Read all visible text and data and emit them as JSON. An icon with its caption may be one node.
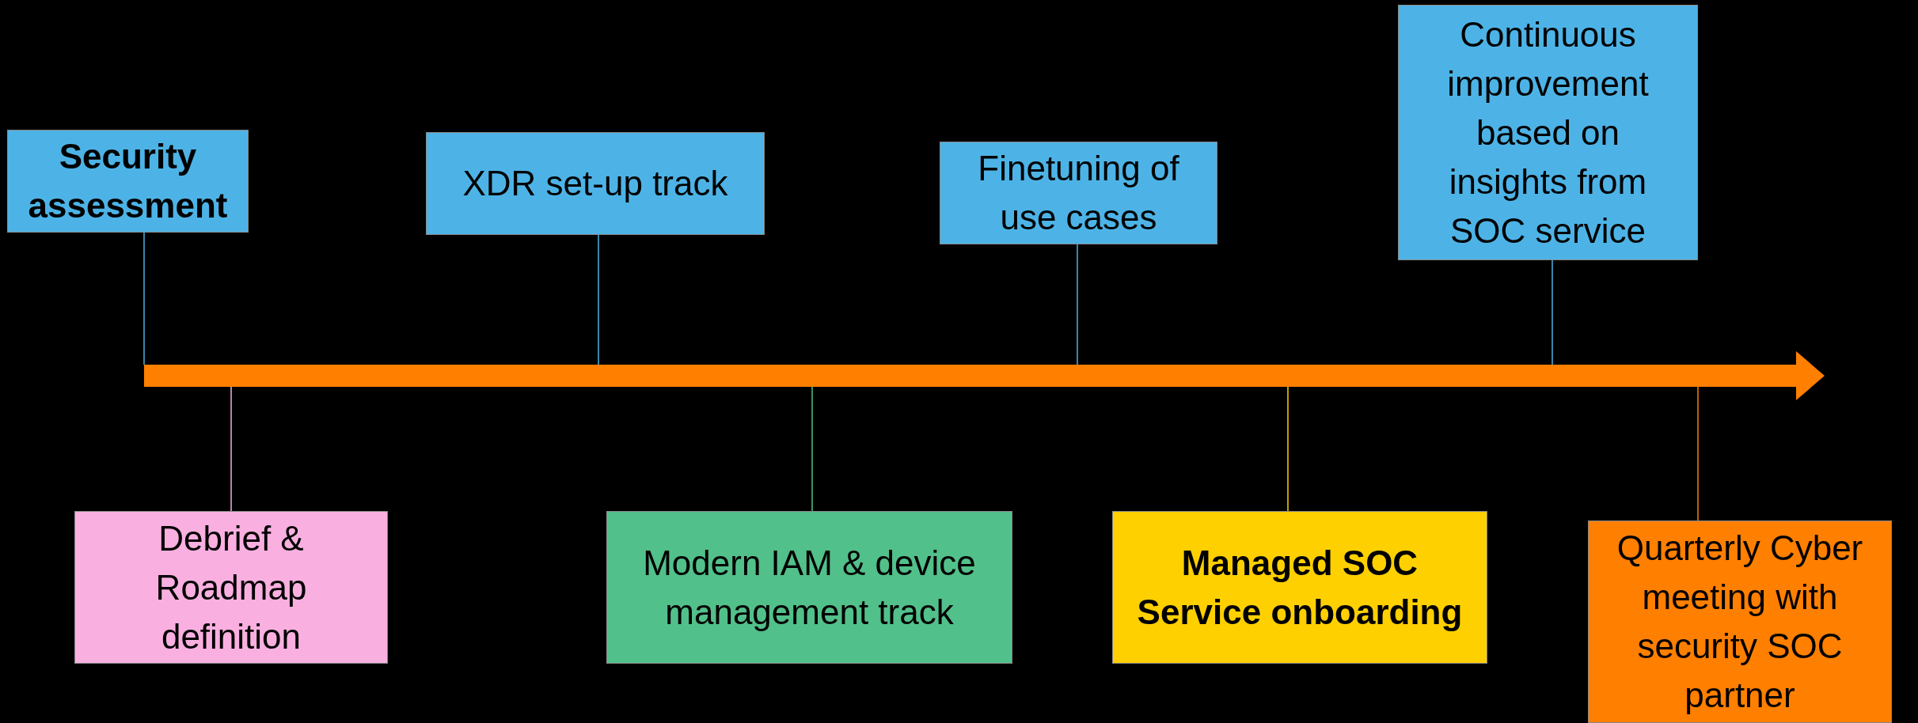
{
  "diagram": {
    "nodes": [
      {
        "text": [
          "Security assessment"
        ]
      },
      {
        "text": [
          "XDR set-up track"
        ]
      },
      {
        "text": [
          "Finetuning of use cases"
        ]
      },
      {
        "text": [
          "Continuous improvement based on insights from SOC service"
        ]
      },
      {
        "text": [
          "Debrief & Roadmap definition"
        ]
      },
      {
        "text": [
          "Modern IAM & device management track"
        ]
      },
      {
        "text": [
          "Managed SOC Service onboarding"
        ]
      },
      {
        "text": [
          "Quarterly Cyber meeting with security SOC partner"
        ]
      },
      {
        "text": [],
        "shape": "arrow"
      }
    ],
    "edges": [
      {
        "from": 0,
        "to": 8,
        "arrow": "none"
      },
      {
        "from": 1,
        "to": 8,
        "arrow": "none"
      },
      {
        "from": 2,
        "to": 8,
        "arrow": "none"
      },
      {
        "from": 3,
        "to": 8,
        "arrow": "none"
      },
      {
        "from": 4,
        "to": 8,
        "arrow": "none",
        "color": "#f9b0e0"
      },
      {
        "from": 5,
        "to": 8,
        "arrow": "none",
        "color": "#52c08a"
      },
      {
        "from": 6,
        "to": 8,
        "arrow": "none",
        "color": "#ffd000"
      },
      {
        "from": 7,
        "to": 8,
        "arrow": "none",
        "color": "#ff7f00"
      }
    ]
  }
}
